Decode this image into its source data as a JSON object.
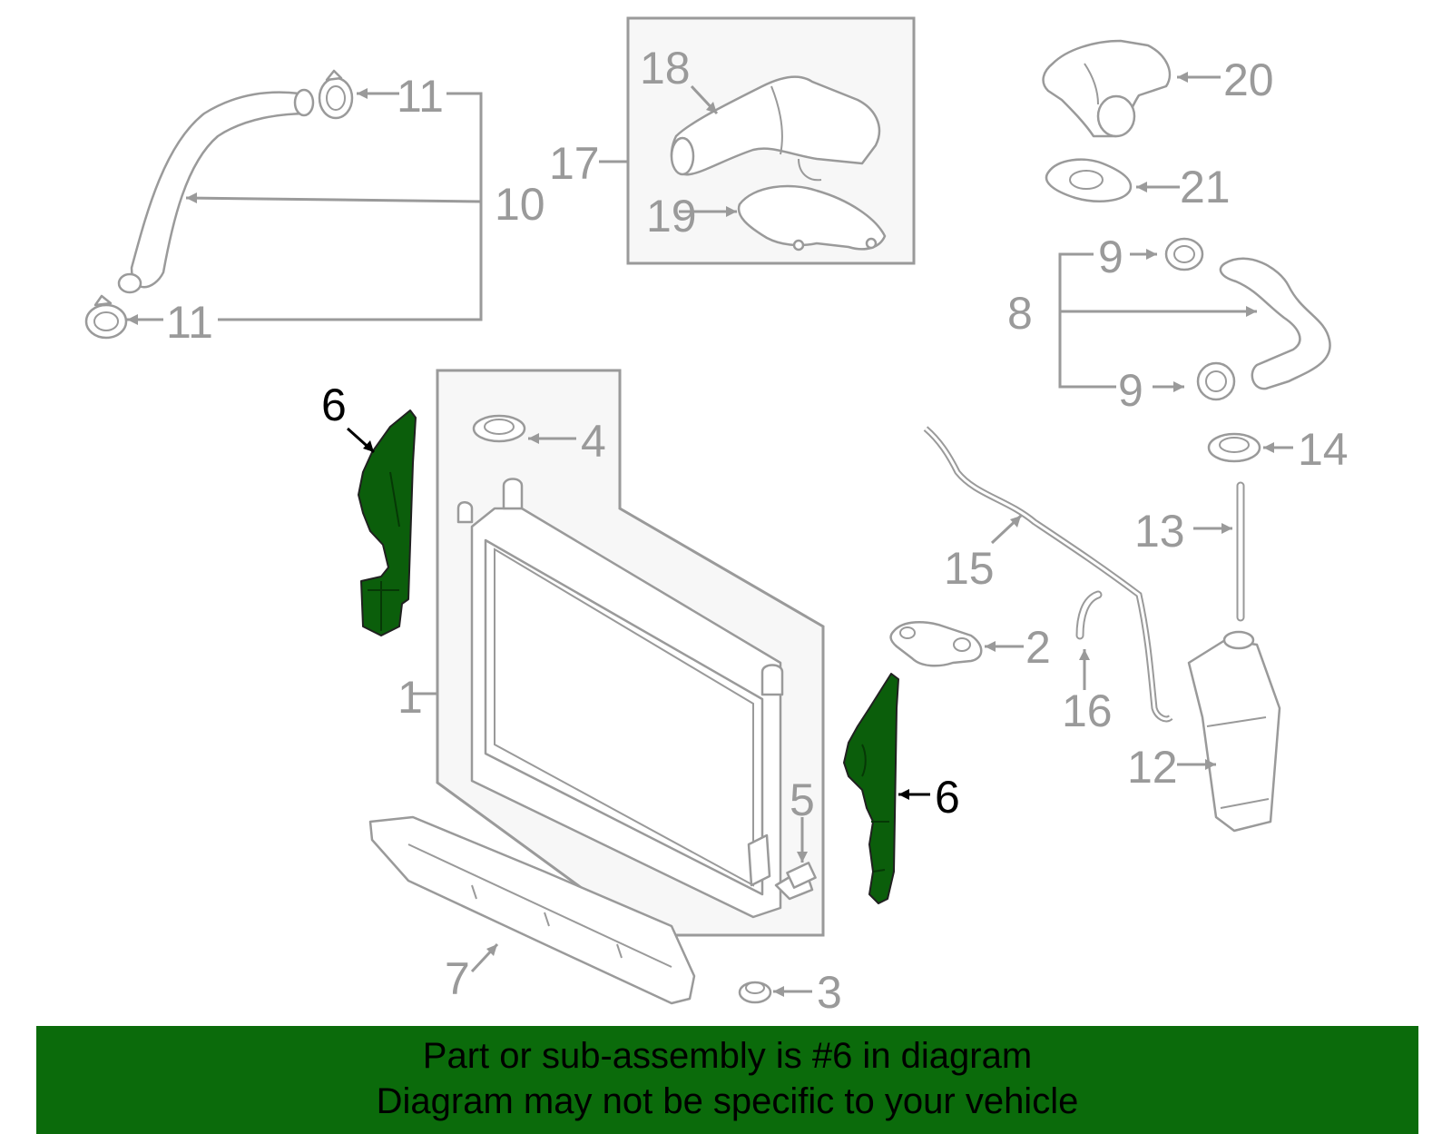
{
  "labels": {
    "l1": "1",
    "l2": "2",
    "l3": "3",
    "l4": "4",
    "l5": "5",
    "l6a": "6",
    "l6b": "6",
    "l7": "7",
    "l8": "8",
    "l9a": "9",
    "l9b": "9",
    "l10": "10",
    "l11a": "11",
    "l11b": "11",
    "l12": "12",
    "l13": "13",
    "l14": "14",
    "l15": "15",
    "l16": "16",
    "l17": "17",
    "l18": "18",
    "l19": "19",
    "l20": "20",
    "l21": "21"
  },
  "banner": {
    "line1": "Part or sub-assembly is #6 in diagram",
    "line2": "Diagram may not be specific to your vehicle"
  },
  "colors": {
    "highlight": "#0b5e0b",
    "banner": "#0b6b0b",
    "outline": "#9a9a9a"
  }
}
